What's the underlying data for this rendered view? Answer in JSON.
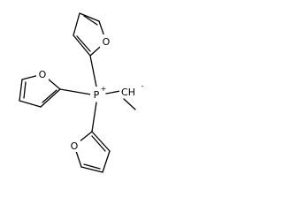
{
  "molecule": {
    "atoms": {
      "phosphorus": "P",
      "phosphorus_charge": "+",
      "carbanion": "CH",
      "carbanion_charge": "-",
      "oxygen_top_ring": "O",
      "oxygen_left_ring": "O",
      "oxygen_bottom_ring": "O"
    }
  }
}
